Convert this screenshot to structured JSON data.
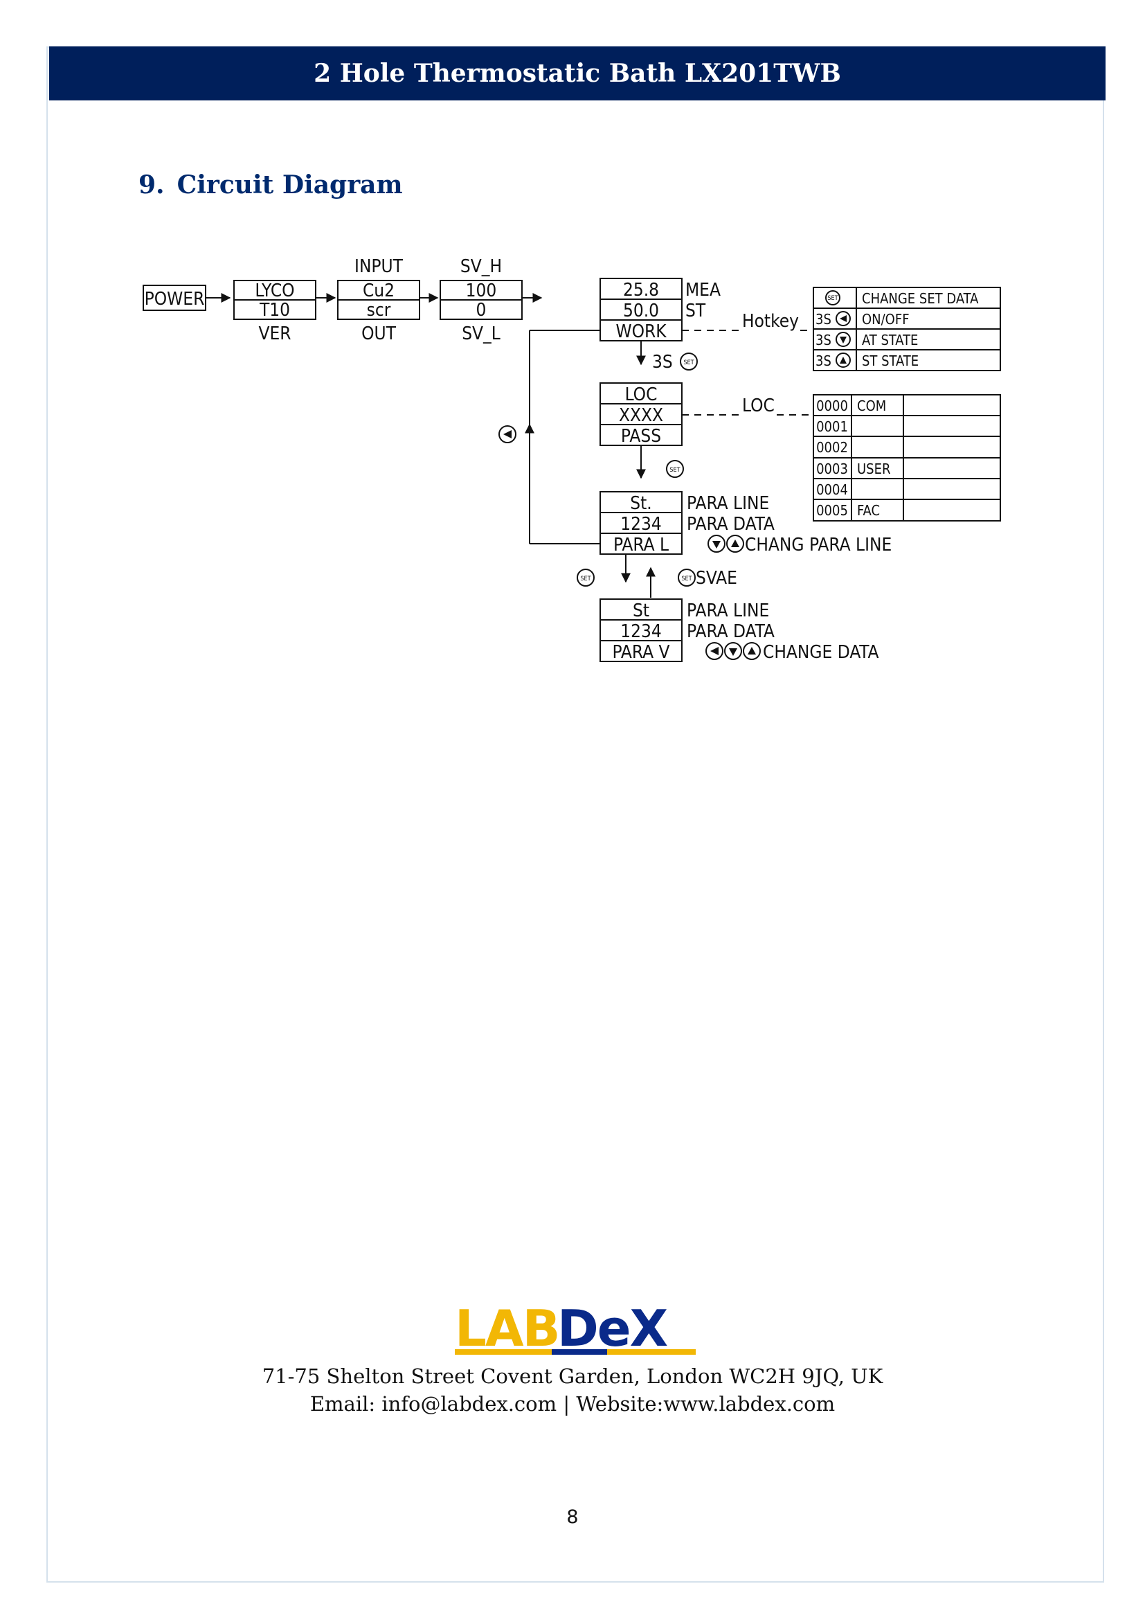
{
  "header": {
    "title": "2 Hole Thermostatic Bath LX201TWB"
  },
  "section": {
    "number": "9.",
    "title": "Circuit Diagram"
  },
  "diagram": {
    "power": "POWER",
    "box1": {
      "top": "LYCO",
      "bottom": "T10",
      "label_below": "VER"
    },
    "box2": {
      "label_above": "INPUT",
      "top": "Cu2",
      "bottom": "scr",
      "label_below": "OUT"
    },
    "box3": {
      "label_above": "SV_H",
      "top": "100",
      "bottom": "0",
      "label_below": "SV_L"
    },
    "work": {
      "rows": [
        "25.8",
        "50.0",
        "WORK"
      ],
      "side_labels": [
        "MEA",
        "ST"
      ]
    },
    "hotkey_label": "Hotkey",
    "hotkey_table": [
      {
        "key": "SET",
        "prefix": "",
        "desc": "CHANGE SET DATA"
      },
      {
        "key": "◀",
        "prefix": "3S",
        "desc": "ON/OFF"
      },
      {
        "key": "▼",
        "prefix": "3S",
        "desc": "AT STATE"
      },
      {
        "key": "▲",
        "prefix": "3S",
        "desc": "ST STATE"
      }
    ],
    "to_loc_label": "3S",
    "loc": {
      "rows": [
        "LOC",
        "XXXX",
        "PASS"
      ]
    },
    "loc_label": "LOC",
    "loc_table": [
      {
        "code": "0000",
        "name": "COM"
      },
      {
        "code": "0001",
        "name": ""
      },
      {
        "code": "0002",
        "name": ""
      },
      {
        "code": "0003",
        "name": "USER"
      },
      {
        "code": "0004",
        "name": ""
      },
      {
        "code": "0005",
        "name": "FAC"
      }
    ],
    "paral": {
      "rows": [
        "St.",
        "1234",
        "PARA L"
      ],
      "side_labels": [
        "PARA LINE",
        "PARA DATA"
      ],
      "hint": "CHANG PARA LINE"
    },
    "svae_label": "SVAE",
    "parav": {
      "rows": [
        "St",
        "1234",
        "PARA V"
      ],
      "side_labels": [
        "PARA LINE",
        "PARA DATA"
      ],
      "hint": "CHANGE DATA"
    }
  },
  "footer": {
    "logo": {
      "part1": "LAB",
      "part2": "DeX",
      "colors": {
        "lab": "#f2b705",
        "dex": "#0a2a8a"
      }
    },
    "address": "71-75 Shelton Street Covent Garden, London WC2H 9JQ, UK",
    "contact": "Email: info@labdex.com | Website:www.labdex.com"
  },
  "page_number": "8",
  "colors": {
    "header_bg": "#001f5b",
    "title": "#002a6e"
  }
}
